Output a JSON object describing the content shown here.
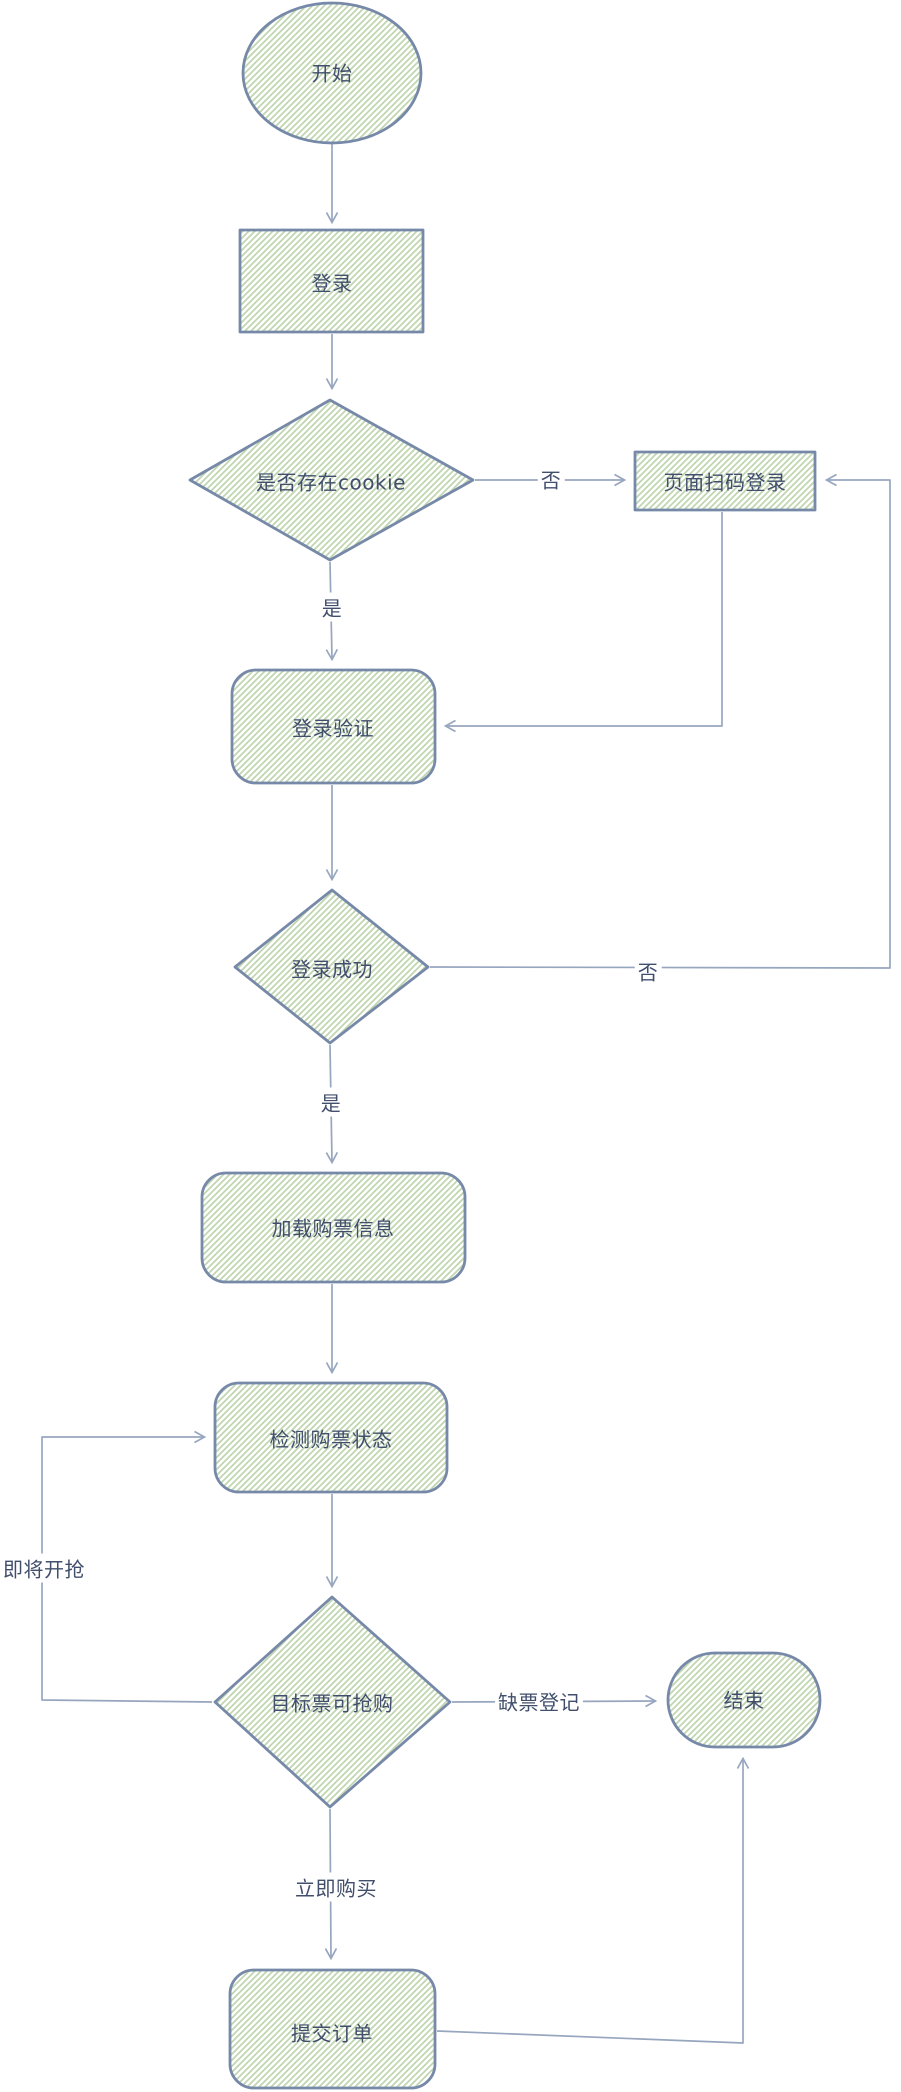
{
  "diagram": {
    "type": "flowchart",
    "background": "#ffffff"
  },
  "palette": {
    "shape_stroke": "#7789a8",
    "hatch_fill_green": "#b5cfa3",
    "edge_stroke": "#97a6bf",
    "text_color": "#414e6c"
  },
  "nodes": [
    {
      "id": "start",
      "shape": "ellipse",
      "label": "开始"
    },
    {
      "id": "login",
      "shape": "rectangle",
      "label": "登录"
    },
    {
      "id": "cookie-check",
      "shape": "diamond",
      "label": "是否存在cookie"
    },
    {
      "id": "scan-login",
      "shape": "rectangle",
      "label": "页面扫码登录"
    },
    {
      "id": "login-verify",
      "shape": "rounded-rectangle",
      "label": "登录验证"
    },
    {
      "id": "login-success",
      "shape": "diamond",
      "label": "登录成功"
    },
    {
      "id": "load-ticket-info",
      "shape": "rounded-rectangle",
      "label": "加载购票信息"
    },
    {
      "id": "check-ticket-status",
      "shape": "rounded-rectangle",
      "label": "检测购票状态"
    },
    {
      "id": "target-ticket-available",
      "shape": "diamond",
      "label": "目标票可抢购"
    },
    {
      "id": "end",
      "shape": "stadium",
      "label": "结束"
    },
    {
      "id": "submit-order",
      "shape": "rounded-rectangle",
      "label": "提交订单"
    }
  ],
  "edges": [
    {
      "from": "start",
      "to": "login",
      "label": ""
    },
    {
      "from": "login",
      "to": "cookie-check",
      "label": ""
    },
    {
      "from": "cookie-check",
      "to": "scan-login",
      "label": "否"
    },
    {
      "from": "cookie-check",
      "to": "login-verify",
      "label": "是"
    },
    {
      "from": "scan-login",
      "to": "login-verify",
      "label": ""
    },
    {
      "from": "login-verify",
      "to": "login-success",
      "label": ""
    },
    {
      "from": "login-success",
      "to": "scan-login",
      "label": "否"
    },
    {
      "from": "login-success",
      "to": "load-ticket-info",
      "label": "是"
    },
    {
      "from": "load-ticket-info",
      "to": "check-ticket-status",
      "label": ""
    },
    {
      "from": "check-ticket-status",
      "to": "target-ticket-available",
      "label": ""
    },
    {
      "from": "target-ticket-available",
      "to": "check-ticket-status",
      "label": "即将开抢"
    },
    {
      "from": "target-ticket-available",
      "to": "end",
      "label": "缺票登记"
    },
    {
      "from": "target-ticket-available",
      "to": "submit-order",
      "label": "立即购买"
    },
    {
      "from": "submit-order",
      "to": "end",
      "label": ""
    }
  ]
}
